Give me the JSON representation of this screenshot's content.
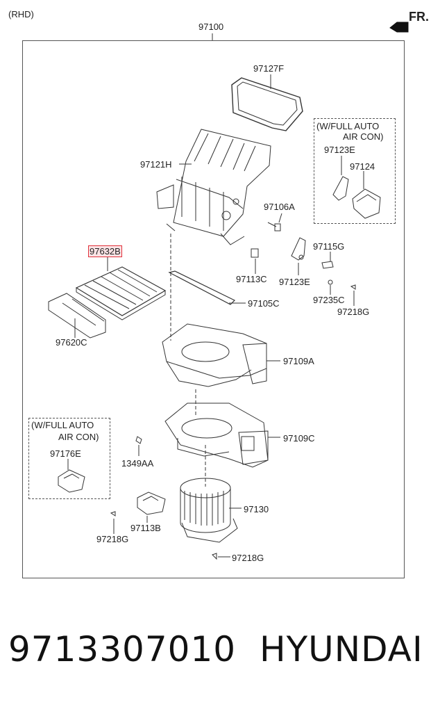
{
  "header": {
    "variant": "(RHD)",
    "main_part": "97100",
    "direction": "FR."
  },
  "options": {
    "auto_aircon_top": [
      "(W/FULL AUTO",
      "AIR CON)"
    ],
    "auto_aircon_bottom": [
      "(W/FULL AUTO",
      "AIR CON)"
    ]
  },
  "parts": {
    "p97127F": "97127F",
    "p97121H": "97121H",
    "p97123E_a": "97123E",
    "p97124": "97124",
    "p97106A": "97106A",
    "p97632B": "97632B",
    "p97115G": "97115G",
    "p97113C": "97113C",
    "p97123E_b": "97123E",
    "p97235C": "97235C",
    "p97105C": "97105C",
    "p97218G_a": "97218G",
    "p97620C": "97620C",
    "p97109A": "97109A",
    "p97109C": "97109C",
    "p97176E": "97176E",
    "p1349AA": "1349AA",
    "p97130": "97130",
    "p97113B": "97113B",
    "p97218G_b": "97218G",
    "p97218G_c": "97218G"
  },
  "highlight_color": "#e0303a",
  "footer": {
    "part_number": "9713307010",
    "brand": "HYUNDAI"
  }
}
